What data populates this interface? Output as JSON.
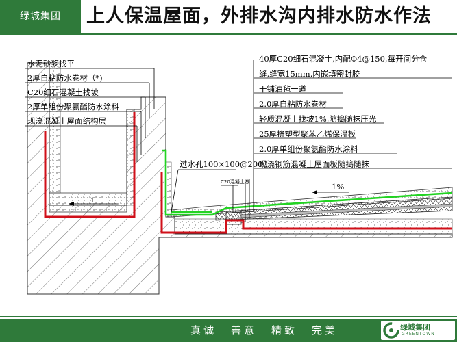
{
  "header": {
    "brand": "绿城集团",
    "title": "上人保温屋面，外排水沟内排水防水作法"
  },
  "diagram": {
    "left_labels": [
      "水泥砂浆找平",
      "2厚自粘防水卷材（*)",
      "C20细石混凝土找坡",
      "2厚单组份聚氨酯防水涂料",
      "现浇混凝土屋面结构层"
    ],
    "right_labels": [
      "40厚C20细石混凝土,内配Φ4@150,每开间分仓",
      "缝,缝宽15mm,内嵌填密封胶",
      "干铺油毡一道",
      "2.0厚自粘防水卷材",
      "轻质混凝土找坡1%,随捣随抹压光",
      "25厚挤塑型聚苯乙烯保温板",
      "2.0厚单组份聚氨酯防水涂料",
      "现浇钢筋混凝土屋面板随捣随抹"
    ],
    "outlet_label": "过水孔100×100@2000",
    "curb_label": "C20混凝土墩",
    "slope_label": "1%",
    "gutter_slope_label": "i"
  },
  "footer": {
    "motto": [
      "真诚",
      "善意",
      "精致",
      "完美"
    ],
    "logo_text": "绿城集团",
    "logo_sub": "GREENTOWN"
  },
  "colors": {
    "brand_green": "#2f7a3a",
    "membrane_red": "#d0101a",
    "membrane_green": "#22d322",
    "concrete_hatch": "#555555"
  }
}
